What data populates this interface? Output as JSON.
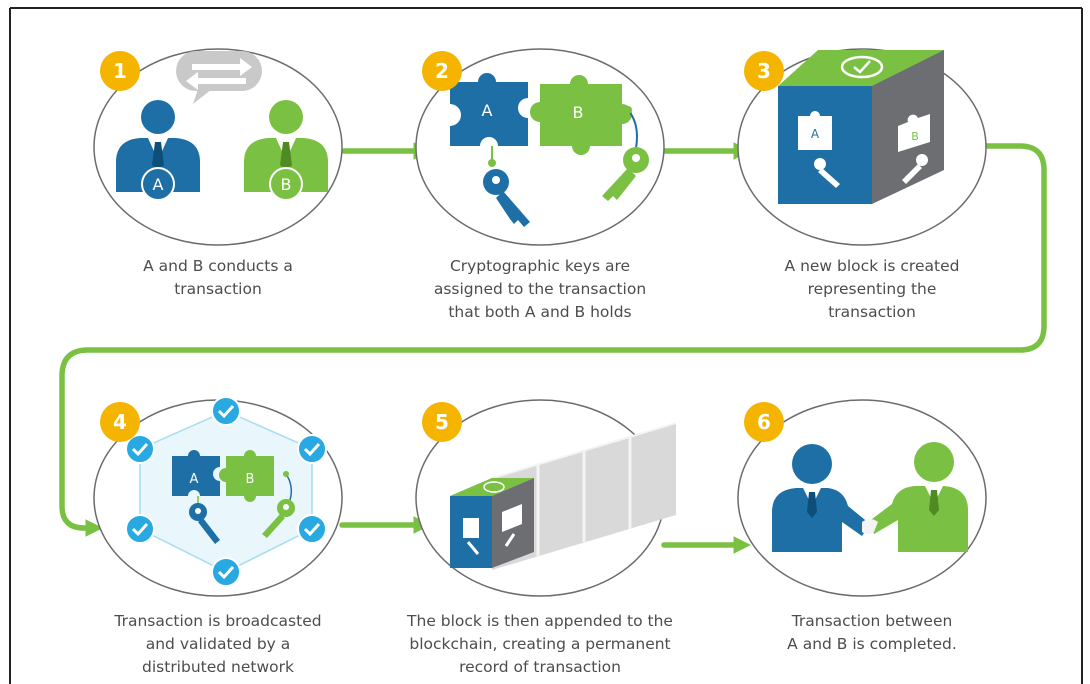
{
  "steps": [
    {
      "number": "1",
      "lines": [
        "A and B conducts a",
        "transaction"
      ],
      "labels": [
        "A",
        "B"
      ]
    },
    {
      "number": "2",
      "lines": [
        "Cryptographic keys are",
        "assigned to the transaction",
        "that both A and B holds"
      ],
      "labels": [
        "A",
        "B"
      ]
    },
    {
      "number": "3",
      "lines": [
        "A new block is created",
        "representing the",
        "transaction"
      ],
      "labels": [
        "A",
        "B"
      ]
    },
    {
      "number": "4",
      "lines": [
        "Transaction is broadcasted",
        "and validated by a",
        "distributed network"
      ],
      "labels": [
        "A",
        "B"
      ]
    },
    {
      "number": "5",
      "lines": [
        "The block is then appended to the",
        "blockchain, creating a permanent",
        "record of transaction"
      ]
    },
    {
      "number": "6",
      "lines": [
        "Transaction between",
        "A and B is completed."
      ]
    }
  ],
  "colors": {
    "blue": "#1d6fa6",
    "green": "#7ac143",
    "badge": "#f5b400",
    "gray": "#6d6e71",
    "check": "#29a9e1"
  }
}
